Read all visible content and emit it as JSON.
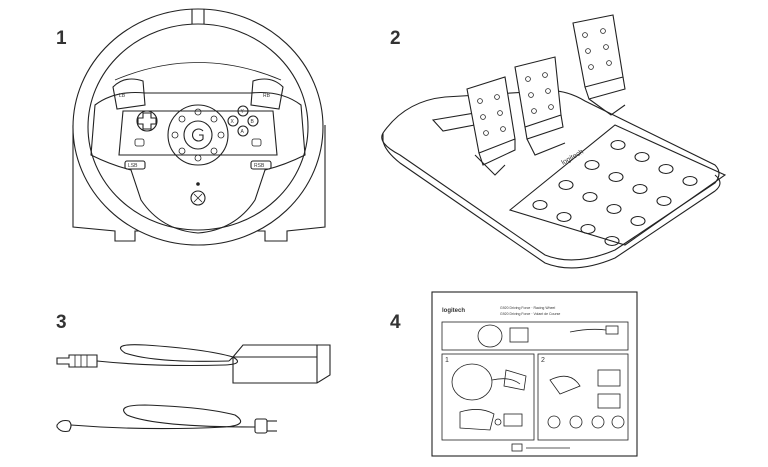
{
  "items": [
    {
      "number": "1",
      "name": "racing-wheel"
    },
    {
      "number": "2",
      "name": "pedals"
    },
    {
      "number": "3",
      "name": "power-adapter"
    },
    {
      "number": "4",
      "name": "documentation"
    }
  ],
  "wheel_labels": {
    "lb": "LB",
    "rb": "RB",
    "lsb": "LSB",
    "rsb": "RSB",
    "y": "Y",
    "x": "X",
    "b": "B",
    "a": "A"
  },
  "pedal_brand": "logitech",
  "doc": {
    "brand": "logitech",
    "title_line1": "G920 Driving Force · Racing Wheel",
    "title_line2": "G920 Driving Force · Volant de Course",
    "step1": "1",
    "step2": "2"
  }
}
